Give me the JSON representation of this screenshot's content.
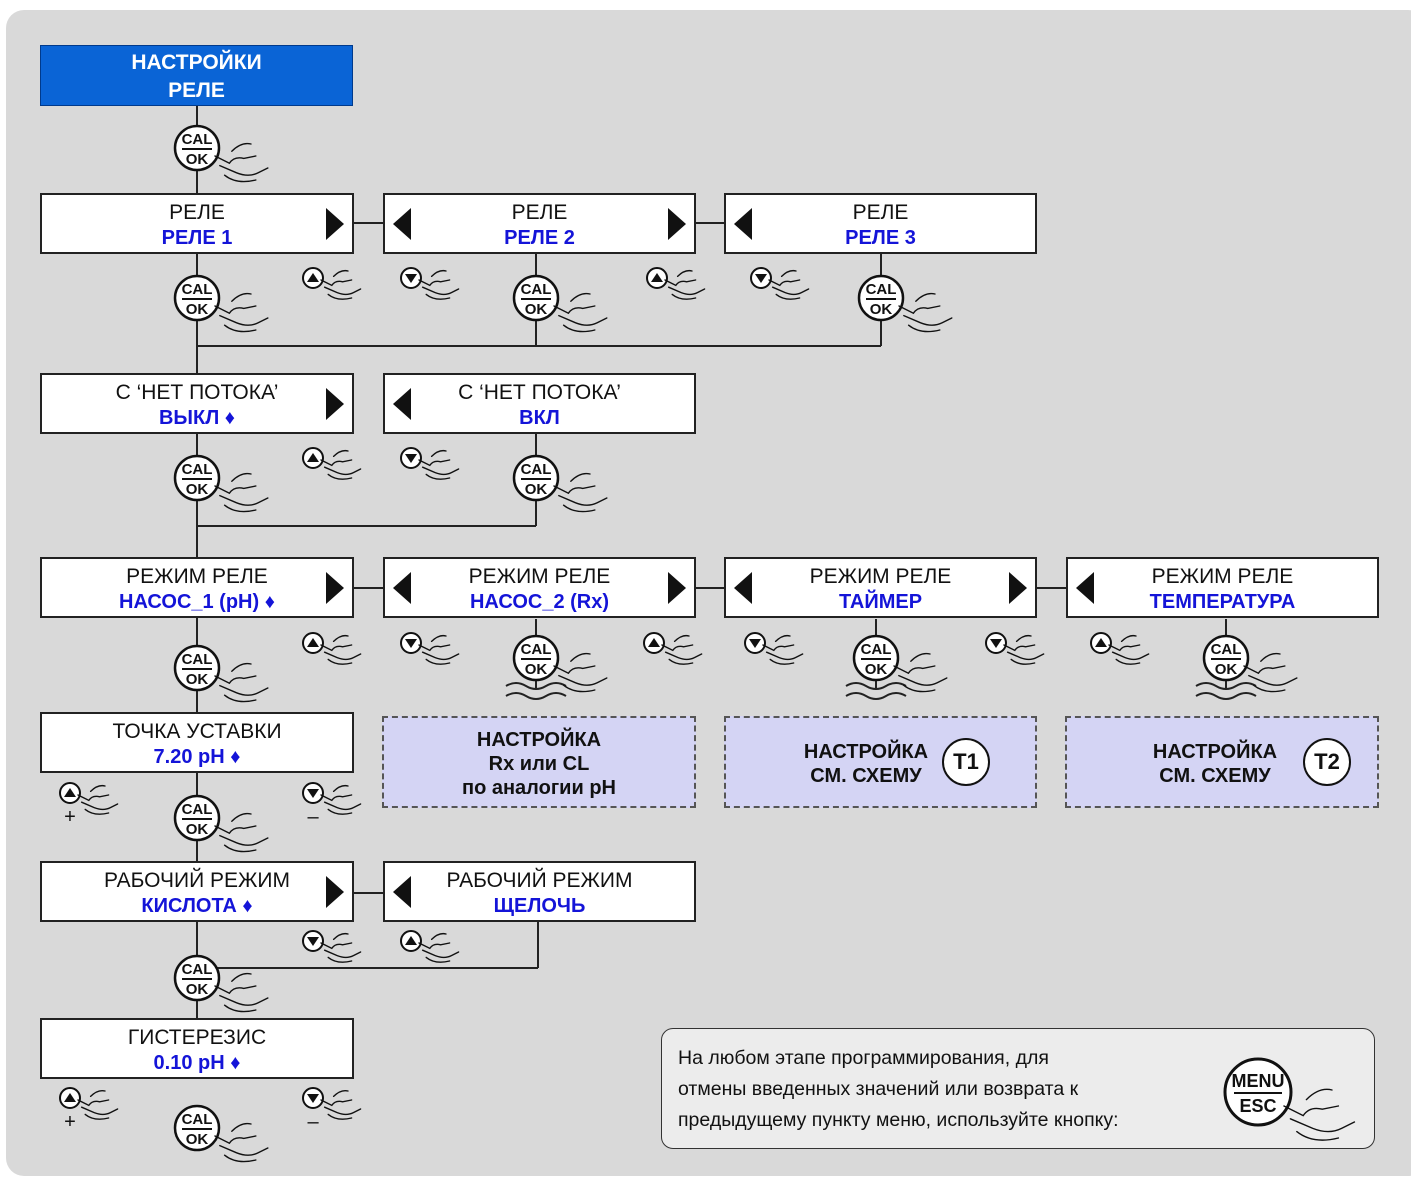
{
  "title": {
    "line1": "НАСТРОЙКИ",
    "line2": "РЕЛЕ"
  },
  "rows": {
    "relay": [
      {
        "label": "РЕЛЕ",
        "value": "РЕЛЕ 1"
      },
      {
        "label": "РЕЛЕ",
        "value": "РЕЛЕ 2"
      },
      {
        "label": "РЕЛЕ",
        "value": "РЕЛЕ 3"
      }
    ],
    "noflow": [
      {
        "label": "С ‘НЕТ ПОТОКА’",
        "value": "ВЫКЛ ♦"
      },
      {
        "label": "С ‘НЕТ ПОТОКА’",
        "value": "ВКЛ"
      }
    ],
    "mode": [
      {
        "label": "РЕЖИМ РЕЛЕ",
        "value": "НАСОС_1 (pH) ♦"
      },
      {
        "label": "РЕЖИМ РЕЛЕ",
        "value": "НАСОС_2 (Rx)"
      },
      {
        "label": "РЕЖИМ РЕЛЕ",
        "value": "ТАЙМЕР"
      },
      {
        "label": "РЕЖИМ РЕЛЕ",
        "value": "ТЕМПЕРАТУРА"
      }
    ],
    "setpoint": {
      "label": "ТОЧКА УСТАВКИ",
      "value": "7.20 pH ♦"
    },
    "work": [
      {
        "label": "РАБОЧИЙ РЕЖИМ",
        "value": "КИСЛОТА ♦"
      },
      {
        "label": "РАБОЧИЙ РЕЖИМ",
        "value": "ЩЕЛОЧЬ"
      }
    ],
    "hyst": {
      "label": "ГИСТЕРЕЗИС",
      "value": "0.10 pH ♦"
    }
  },
  "dashed": [
    {
      "lines": [
        "НАСТРОЙКА",
        "Rx или CL",
        "по аналогии pH"
      ]
    },
    {
      "lines": [
        "НАСТРОЙКА",
        "СМ. СХЕМУ"
      ],
      "badge": "T1"
    },
    {
      "lines": [
        "НАСТРОЙКА",
        "СМ. СХЕМУ"
      ],
      "badge": "T2"
    }
  ],
  "buttons": {
    "cal": "CAL",
    "ok": "OK",
    "menu": "MENU",
    "esc": "ESC",
    "plus": "+",
    "minus": "–"
  },
  "note": {
    "lines": [
      "На любом этапе программирования, для",
      "отмены введенных значений или возврата к",
      "предыдущему пункту меню, используйте кнопку:"
    ]
  },
  "colors": {
    "title_bg": "#0a64d6",
    "value_text": "#1414d8",
    "panel_bg": "#d9d9d9",
    "dashed_bg": "#d4d4f4"
  },
  "icons": [
    "cal-ok-button-icon",
    "up-arrow-button-icon",
    "down-arrow-button-icon",
    "menu-esc-button-icon",
    "hand-pointer-icon"
  ]
}
